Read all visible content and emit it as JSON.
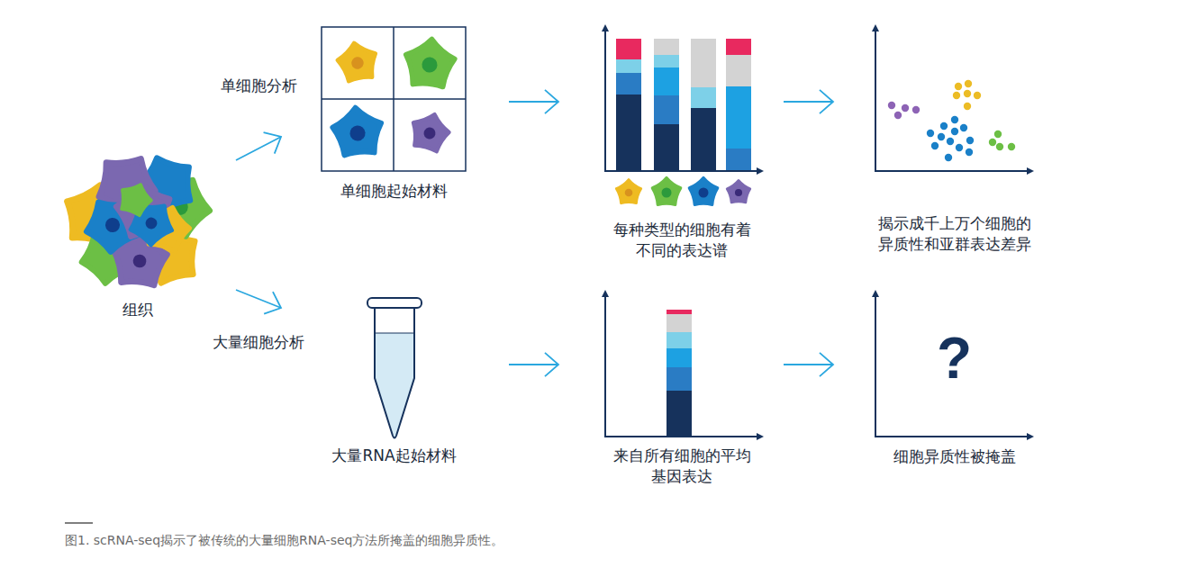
{
  "diagram": {
    "caption": "图1. scRNA-seq揭示了被传统的大量细胞RNA-seq方法所掩盖的细胞异质性。",
    "nodes": [
      {
        "text": [
          "组织"
        ]
      },
      {
        "text": [
          "单细胞起始材料"
        ]
      },
      {
        "text": [
          "每种类型的细胞有着 不同的表达谱"
        ]
      },
      {
        "text": [
          "揭示成千上万个细胞的 异质性和亚群表达差异"
        ]
      },
      {
        "text": [
          "大量RNA起始材料"
        ]
      },
      {
        "text": [
          "来自所有细胞的平均 基因表达"
        ]
      },
      {
        "text": [
          "?",
          "细胞异质性被掩盖"
        ]
      }
    ],
    "edges": [
      {
        "from": 0,
        "to": 1,
        "arrow": "to",
        "label": "单细胞分析"
      },
      {
        "from": 0,
        "to": 4,
        "arrow": "to",
        "label": "大量细胞分析"
      },
      {
        "from": 1,
        "to": 2,
        "arrow": "to"
      },
      {
        "from": 2,
        "to": 3,
        "arrow": "to"
      },
      {
        "from": 4,
        "to": 5,
        "arrow": "to"
      },
      {
        "from": 5,
        "to": 6,
        "arrow": "to"
      }
    ]
  }
}
